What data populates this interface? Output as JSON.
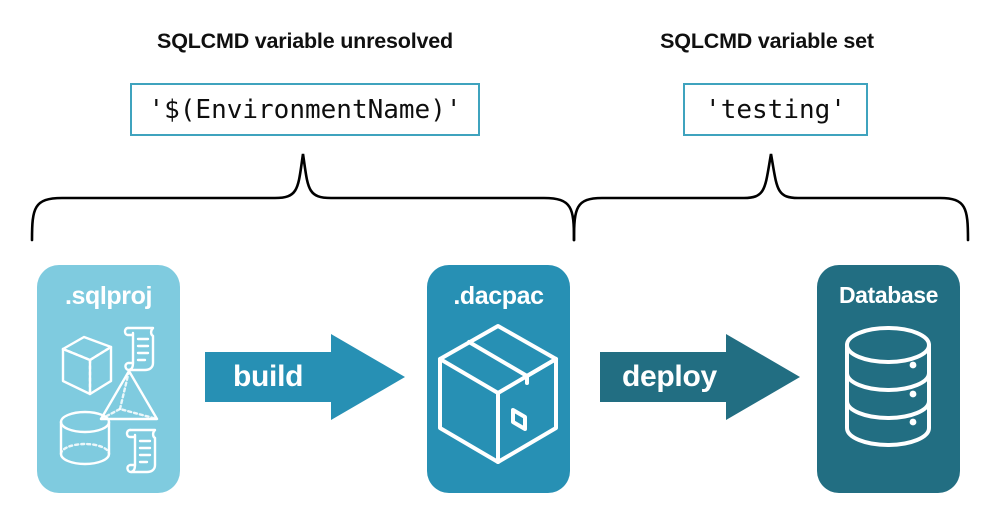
{
  "diagram": {
    "title_left": "SQLCMD variable unresolved",
    "title_right": "SQLCMD variable set",
    "code_left": "'$(EnvironmentName)'",
    "code_right": "'testing'",
    "colors": {
      "sqlproj_card": "#7FCBDF",
      "dacpac_card": "#2790B4",
      "database_card": "#226E82",
      "build_arrow": "#2790B4",
      "deploy_arrow": "#226E82",
      "code_box_border": "#3FA3BE",
      "brace_stroke": "#000000",
      "background": "#FFFFFF",
      "icon_stroke": "#FFFFFF",
      "heading_text": "#101010"
    }
  },
  "cards": [
    {
      "label": ".sqlproj",
      "icon": "project-objects-icon"
    },
    {
      "label": ".dacpac",
      "icon": "package-box-icon"
    },
    {
      "label": "Database",
      "icon": "database-cylinder-icon"
    }
  ],
  "arrows": [
    {
      "label": "build",
      "icon": "right-arrow-icon"
    },
    {
      "label": "deploy",
      "icon": "right-arrow-icon"
    }
  ],
  "braces": [
    {
      "name": "left-brace",
      "spans": ".sqlproj to .dacpac"
    },
    {
      "name": "right-brace",
      "spans": ".dacpac to Database"
    }
  ]
}
